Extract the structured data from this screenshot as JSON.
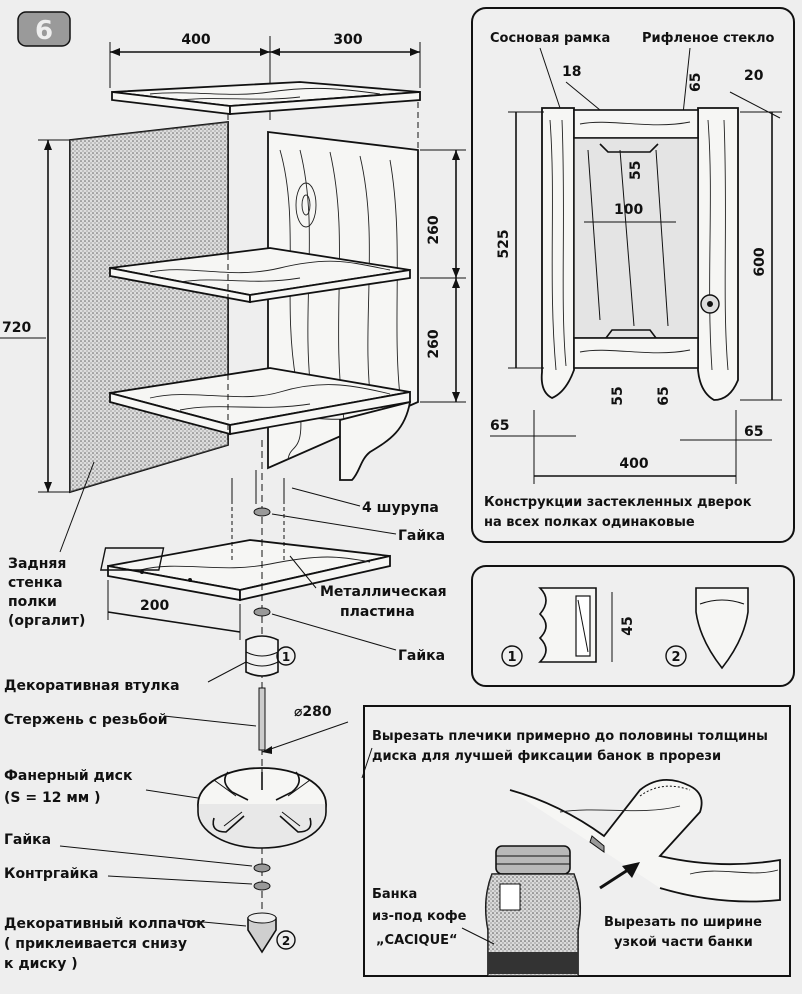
{
  "figure_number": "6",
  "main": {
    "dims": {
      "w400": "400",
      "w300": "300",
      "h260a": "260",
      "h260b": "260",
      "h720": "720",
      "w200": "200",
      "d280": "⌀280"
    },
    "labels": {
      "back_wall": [
        "Задняя",
        "стенка",
        "полки",
        "(оргалит)"
      ],
      "screws": "4 шурупа",
      "nut1": "Гайка",
      "metal_plate": [
        "Металлическая",
        "пластина"
      ],
      "nut2": "Гайка",
      "bushing": "Декоративная втулка",
      "rod": "Стержень с резьбой",
      "disc": [
        "Фанерный диск",
        "(S = 12 мм )"
      ],
      "nut3": "Гайка",
      "locknut": "Контргайка",
      "cap": [
        "Декоративный колпачок",
        "( приклеивается снизу",
        "к диску )"
      ]
    },
    "callouts": {
      "c1": "1",
      "c2": "2"
    }
  },
  "door_panel": {
    "pine_frame": "Сосновая рамка",
    "fluted_glass": "Рифленое стекло",
    "dims": {
      "d18": "18",
      "d65top": "65",
      "d20": "20",
      "d55a": "55",
      "d100": "100",
      "d525": "525",
      "d600": "600",
      "d55b": "55",
      "d65b": "65",
      "d65l": "65",
      "d65r": "65",
      "d400": "400"
    },
    "caption": [
      "Конструкции застекленных дверок",
      "на всех полках одинаковые"
    ]
  },
  "profiles_panel": {
    "c1": "1",
    "c2": "2",
    "d45": "45"
  },
  "disc_panel": {
    "caption": [
      "Вырезать плечики примерно до половины толщины",
      "диска для лучшей фиксации банок в прорези"
    ],
    "jar_label": [
      "Банка",
      "из-под кофе",
      "„CACIQUE“"
    ],
    "cut_note": [
      "Вырезать по ширине",
      "узкой части банки"
    ]
  }
}
